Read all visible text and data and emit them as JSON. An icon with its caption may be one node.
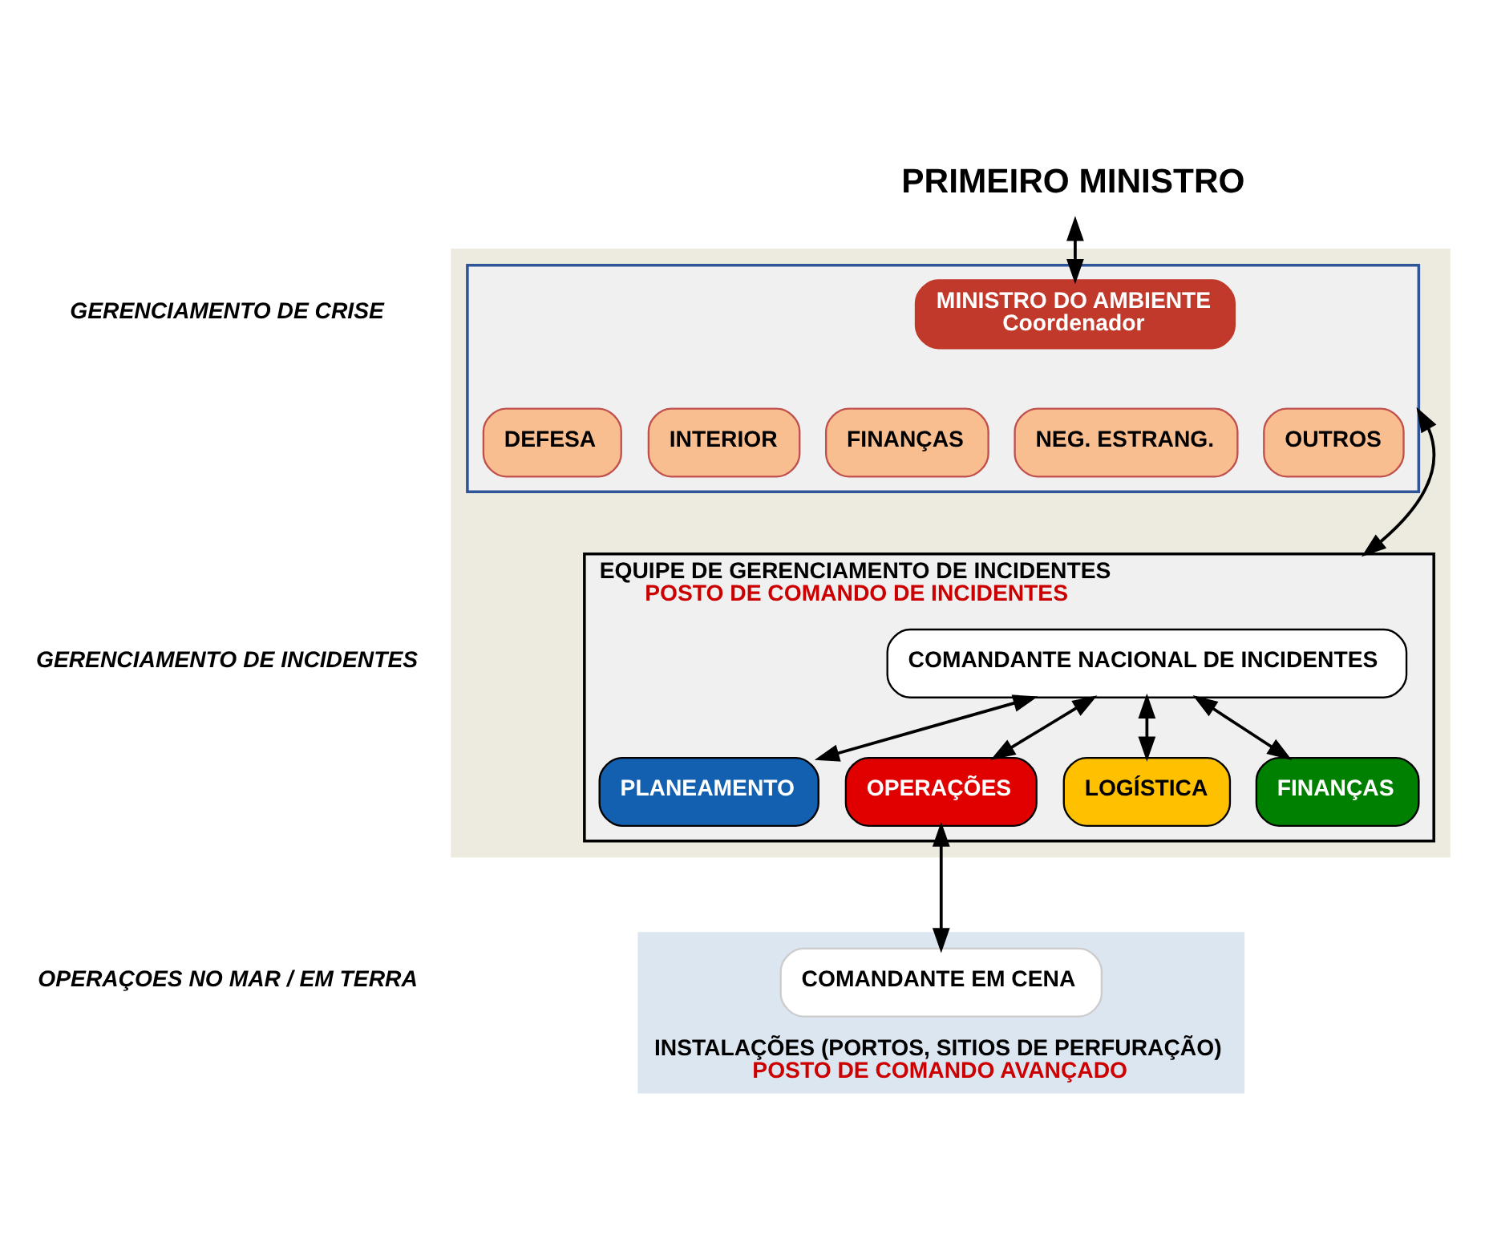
{
  "diagram": {
    "nodes": [
      {
        "text": [
          "PRIMEIRO MINISTRO"
        ]
      },
      {
        "text": [],
        "shape": "box"
      },
      {
        "text": [],
        "shape": "box",
        "in": 1
      },
      {
        "text": [
          "MINISTRO DO AMBIENTE",
          "Coordenador"
        ],
        "in": 2
      },
      {
        "text": [
          "DEFESA"
        ],
        "in": 2
      },
      {
        "text": [
          "INTERIOR"
        ],
        "in": 2
      },
      {
        "text": [
          "FINANÇAS"
        ],
        "in": 2
      },
      {
        "text": [
          "NEG. ESTRANG."
        ],
        "in": 2
      },
      {
        "text": [
          "OUTROS"
        ],
        "in": 2
      },
      {
        "text": [
          "EQUIPE DE GERENCIAMENTO DE INCIDENTES",
          "POSTO DE COMANDO DE INCIDENTES"
        ],
        "in": 1
      },
      {
        "text": [
          "COMANDANTE NACIONAL DE INCIDENTES"
        ],
        "in": 9
      },
      {
        "text": [
          "PLANEAMENTO"
        ],
        "in": 9
      },
      {
        "text": [
          "OPERAÇÕES"
        ],
        "in": 9
      },
      {
        "text": [
          "LOGÍSTICA"
        ],
        "in": 9
      },
      {
        "text": [
          "FINANÇAS"
        ],
        "in": 9
      },
      {
        "text": [
          "INSTALAÇÕES (PORTOS, SITIOS DE PERFURAÇÃO)",
          "POSTO DE COMANDO AVANÇADO"
        ]
      },
      {
        "text": [
          "COMANDANTE EM CENA"
        ],
        "in": 15
      }
    ],
    "edges": [
      {
        "from": 0,
        "to": 3,
        "arrow": "both"
      },
      {
        "from": 2,
        "to": 9,
        "arrow": "both"
      },
      {
        "from": 10,
        "to": 11,
        "arrow": "both"
      },
      {
        "from": 10,
        "to": 12,
        "arrow": "both"
      },
      {
        "from": 10,
        "to": 13,
        "arrow": "both"
      },
      {
        "from": 10,
        "to": 14,
        "arrow": "both"
      },
      {
        "from": 12,
        "to": 16,
        "arrow": "both"
      }
    ],
    "labels": [
      "GERENCIAMENTO DE CRISE",
      "GERENCIAMENTO DE INCIDENTES",
      "OPERAÇOES NO MAR / EM TERRA"
    ]
  }
}
